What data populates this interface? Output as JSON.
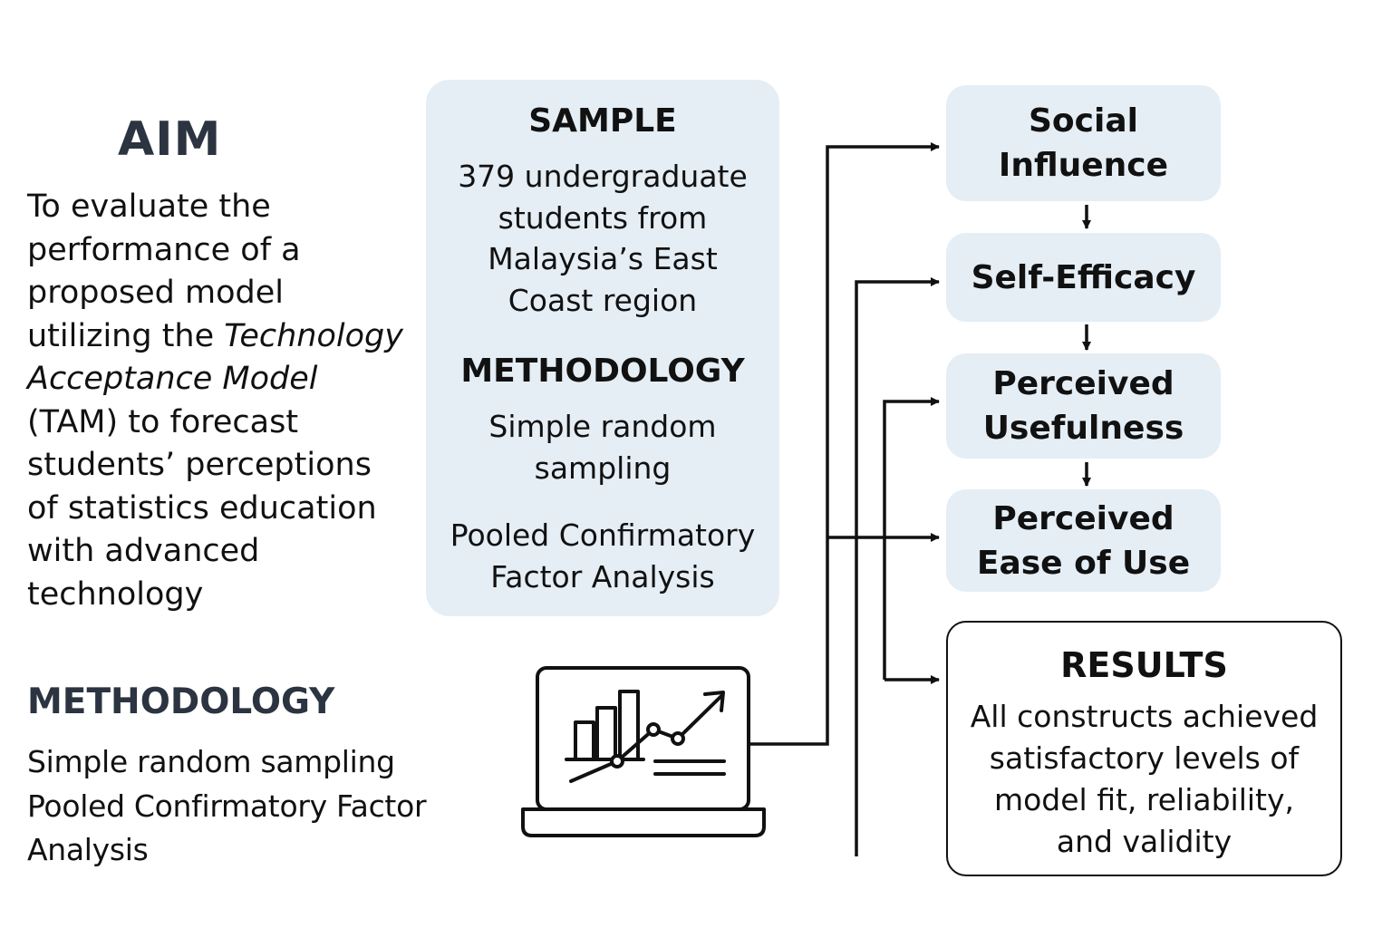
{
  "aim": {
    "heading": "AIM",
    "text_part1": "To evaluate the performance of a proposed model utilizing the ",
    "text_italic": "Technology Acceptance Model",
    "text_part2": " (TAM) to forecast students’ perceptions of statistics education with advanced technology"
  },
  "methodology_left": {
    "heading": "METHODOLOGY",
    "line1": "Simple random sampling",
    "line2": "Pooled Confirmatory Factor",
    "line3": "Analysis"
  },
  "panel": {
    "sample_heading": "SAMPLE",
    "sample_lines": [
      "379 undergraduate",
      "students from",
      "Malaysia’s East",
      "Coast region"
    ],
    "methodology_heading": "METHODOLOGY",
    "method1_lines": [
      "Simple random",
      "sampling"
    ],
    "method2_lines": [
      "Pooled Confirmatory",
      "Factor Analysis"
    ]
  },
  "constructs": {
    "social_influence": [
      "Social",
      "Influence"
    ],
    "self_efficacy": [
      "Self-Efficacy"
    ],
    "perceived_usefulness": [
      "Perceived",
      "Usefulness"
    ],
    "perceived_ease": [
      "Perceived",
      "Ease of Use"
    ]
  },
  "results": {
    "heading": "RESULTS",
    "lines": [
      "All constructs achieved",
      "satisfactory levels of",
      "model fit, reliability,",
      "and validity"
    ]
  },
  "colors": {
    "box_fill": "#e5eef5",
    "heading_dark": "#2b3440",
    "line": "#111111"
  },
  "icons": {
    "laptop": "laptop-chart-icon"
  }
}
